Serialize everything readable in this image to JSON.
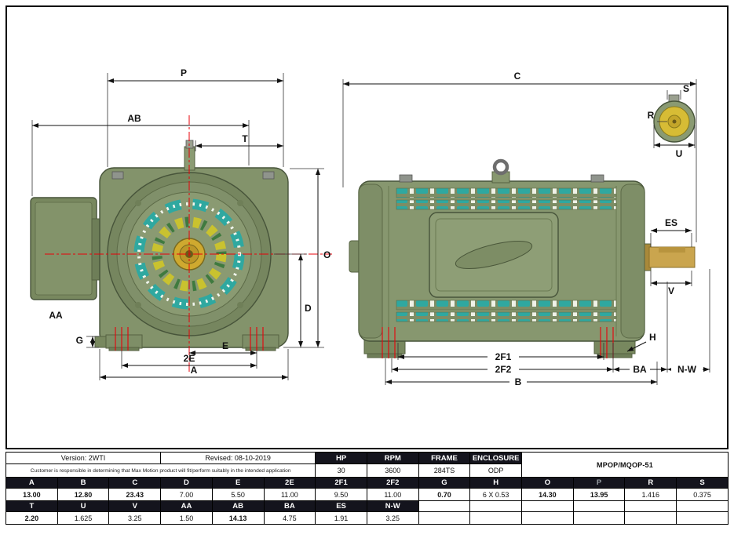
{
  "table": {
    "version": "Version: 2WTI",
    "revised": "Revised: 08-10-2019",
    "disclaimer": "Customer is responsible in determining that Max Motion product will fit/perform suitably in the intended application",
    "model": "MPOP/MQOP-51",
    "spec_headers": [
      "HP",
      "RPM",
      "FRAME",
      "ENCLOSURE"
    ],
    "spec_values": [
      "30",
      "3600",
      "284TS",
      "ODP"
    ],
    "dim_headers_row1": [
      "A",
      "B",
      "C",
      "D",
      "E",
      "2E",
      "2F1",
      "2F2",
      "G",
      "H",
      "O",
      "P",
      "R",
      "S"
    ],
    "dim_values_row1": [
      "13.00",
      "12.80",
      "23.43",
      "7.00",
      "5.50",
      "11.00",
      "9.50",
      "11.00",
      "0.70",
      "6 X 0.53",
      "14.30",
      "13.95",
      "1.416",
      "0.375"
    ],
    "dim_headers_row2": [
      "T",
      "U",
      "V",
      "AA",
      "AB",
      "BA",
      "ES",
      "N-W"
    ],
    "dim_values_row2": [
      "2.20",
      "1.625",
      "3.25",
      "1.50",
      "14.13",
      "4.75",
      "1.91",
      "3.25"
    ]
  },
  "drawing": {
    "front": {
      "P": "P",
      "AB": "AB",
      "T": "T",
      "O": "O",
      "D": "D",
      "E": "E",
      "2E": "2E",
      "A": "A",
      "G": "G",
      "AA": "AA"
    },
    "side": {
      "C": "C",
      "ES": "ES",
      "V": "V",
      "H": "H",
      "2F1": "2F1",
      "2F2": "2F2",
      "B": "B",
      "BA": "BA",
      "NW": "N-W"
    },
    "detail": {
      "S": "S",
      "R": "R",
      "U": "U"
    }
  },
  "colors": {
    "body_green": "#87976f",
    "body_dark": "#5f6f4a",
    "vent_teal": "#2fa8a0",
    "hub_gold": "#cfa92f",
    "accent_yellow": "#c9c22f",
    "centerline_red": "#e8000a",
    "header_bg": "#14141d"
  }
}
